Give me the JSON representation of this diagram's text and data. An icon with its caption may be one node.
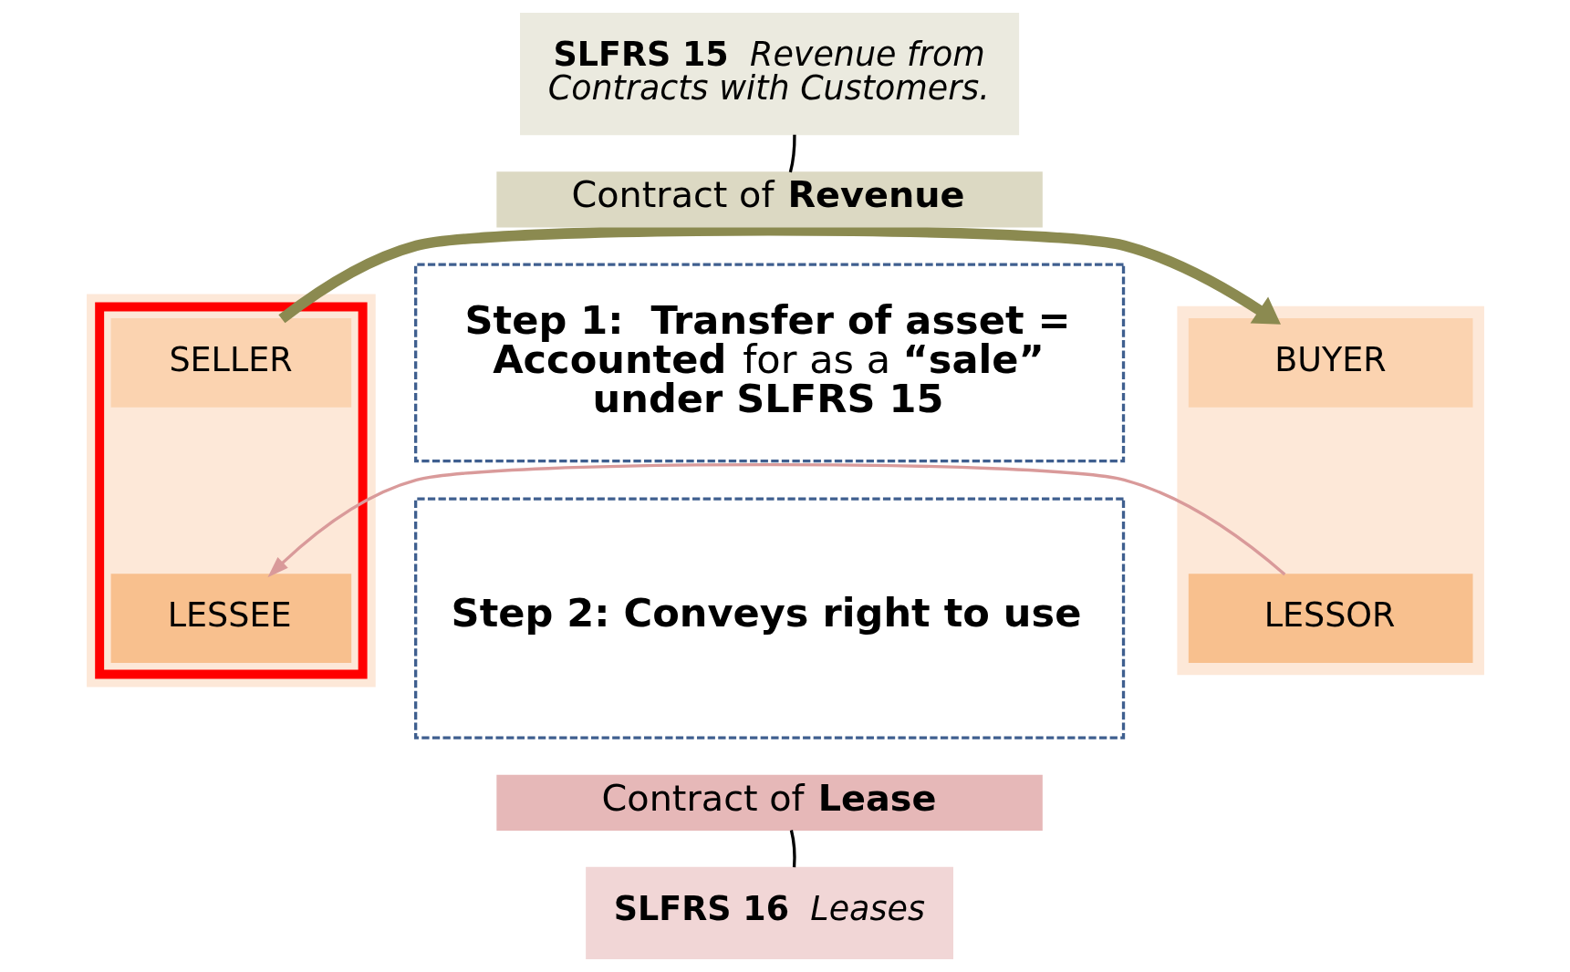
{
  "diagram": {
    "nodes": [
      {
        "text": [],
        "shape": "box"
      },
      {
        "text": [],
        "shape": "box",
        "in": 0
      },
      {
        "text": [
          "SELLER"
        ],
        "in": 1
      },
      {
        "text": [
          "LESSEE"
        ],
        "in": 1
      },
      {
        "text": [],
        "shape": "box"
      },
      {
        "text": [
          "BUYER"
        ],
        "in": 4
      },
      {
        "text": [
          "LESSOR"
        ],
        "in": 4
      },
      {
        "text": [
          "**SLFRS 15**  *Revenue from Contracts with Customers.*"
        ]
      },
      {
        "text": [
          "Contract of **Revenue**"
        ]
      },
      {
        "text": [
          "**Step 1:  Transfer of asset = Accounted** for as a **“sale” under SLFRS 15**"
        ]
      },
      {
        "text": [
          "**Step 2: Conveys right to use**"
        ]
      },
      {
        "text": [
          "Contract of **Lease**"
        ]
      },
      {
        "text": [
          "**SLFRS 16**  *Leases*"
        ]
      }
    ],
    "edges": [
      {
        "from": 2,
        "to": 5,
        "arrow": "to",
        "style": "thick",
        "color": "#8b8a50"
      },
      {
        "from": 6,
        "to": 3,
        "arrow": "to",
        "color": "#d99a9a"
      },
      {
        "from": 7,
        "to": 8,
        "arrow": "none"
      },
      {
        "from": 12,
        "to": 11,
        "arrow": "none"
      }
    ]
  }
}
